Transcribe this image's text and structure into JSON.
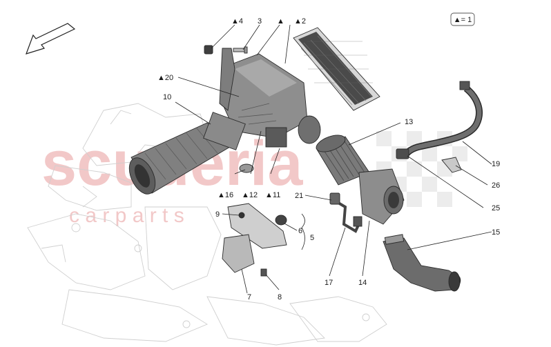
{
  "legend": {
    "text": "▲= 1"
  },
  "watermark": {
    "word": "scuderia",
    "sub": "c a r   p a r t s"
  },
  "callouts": [
    {
      "id": "c4",
      "text": "▲4"
    },
    {
      "id": "c3",
      "text": "3"
    },
    {
      "id": "cA",
      "text": "▲"
    },
    {
      "id": "c2",
      "text": "▲2"
    },
    {
      "id": "c20",
      "text": "▲20"
    },
    {
      "id": "c10",
      "text": "10"
    },
    {
      "id": "c13",
      "text": "13"
    },
    {
      "id": "c19",
      "text": "19"
    },
    {
      "id": "c26",
      "text": "26"
    },
    {
      "id": "c25",
      "text": "25"
    },
    {
      "id": "c15",
      "text": "15"
    },
    {
      "id": "c16",
      "text": "▲16"
    },
    {
      "id": "c12",
      "text": "▲12"
    },
    {
      "id": "c11",
      "text": "▲11"
    },
    {
      "id": "c21",
      "text": "21"
    },
    {
      "id": "c9",
      "text": "9"
    },
    {
      "id": "c6",
      "text": "6"
    },
    {
      "id": "c5",
      "text": "5"
    },
    {
      "id": "c7",
      "text": "7"
    },
    {
      "id": "c8",
      "text": "8"
    },
    {
      "id": "c17",
      "text": "17"
    },
    {
      "id": "c14",
      "text": "14"
    }
  ]
}
